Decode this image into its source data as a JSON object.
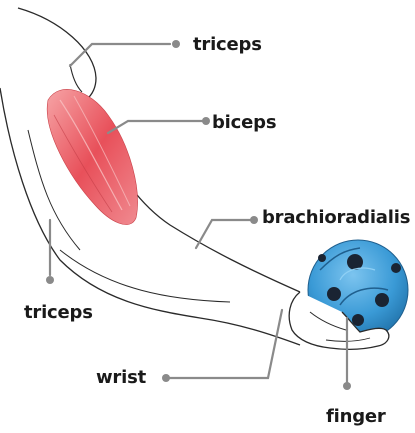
{
  "labels": {
    "triceps_top": "triceps",
    "biceps": "biceps",
    "brachioradialis": "brachioradialis",
    "triceps_left": "triceps",
    "wrist": "wrist",
    "finger": "finger"
  },
  "colors": {
    "outline": "#2a2a2a",
    "leader": "#8a8a8a",
    "muscle": "#e8505a",
    "ball": "#3a9ad6",
    "ball_dark": "#1a2433"
  }
}
